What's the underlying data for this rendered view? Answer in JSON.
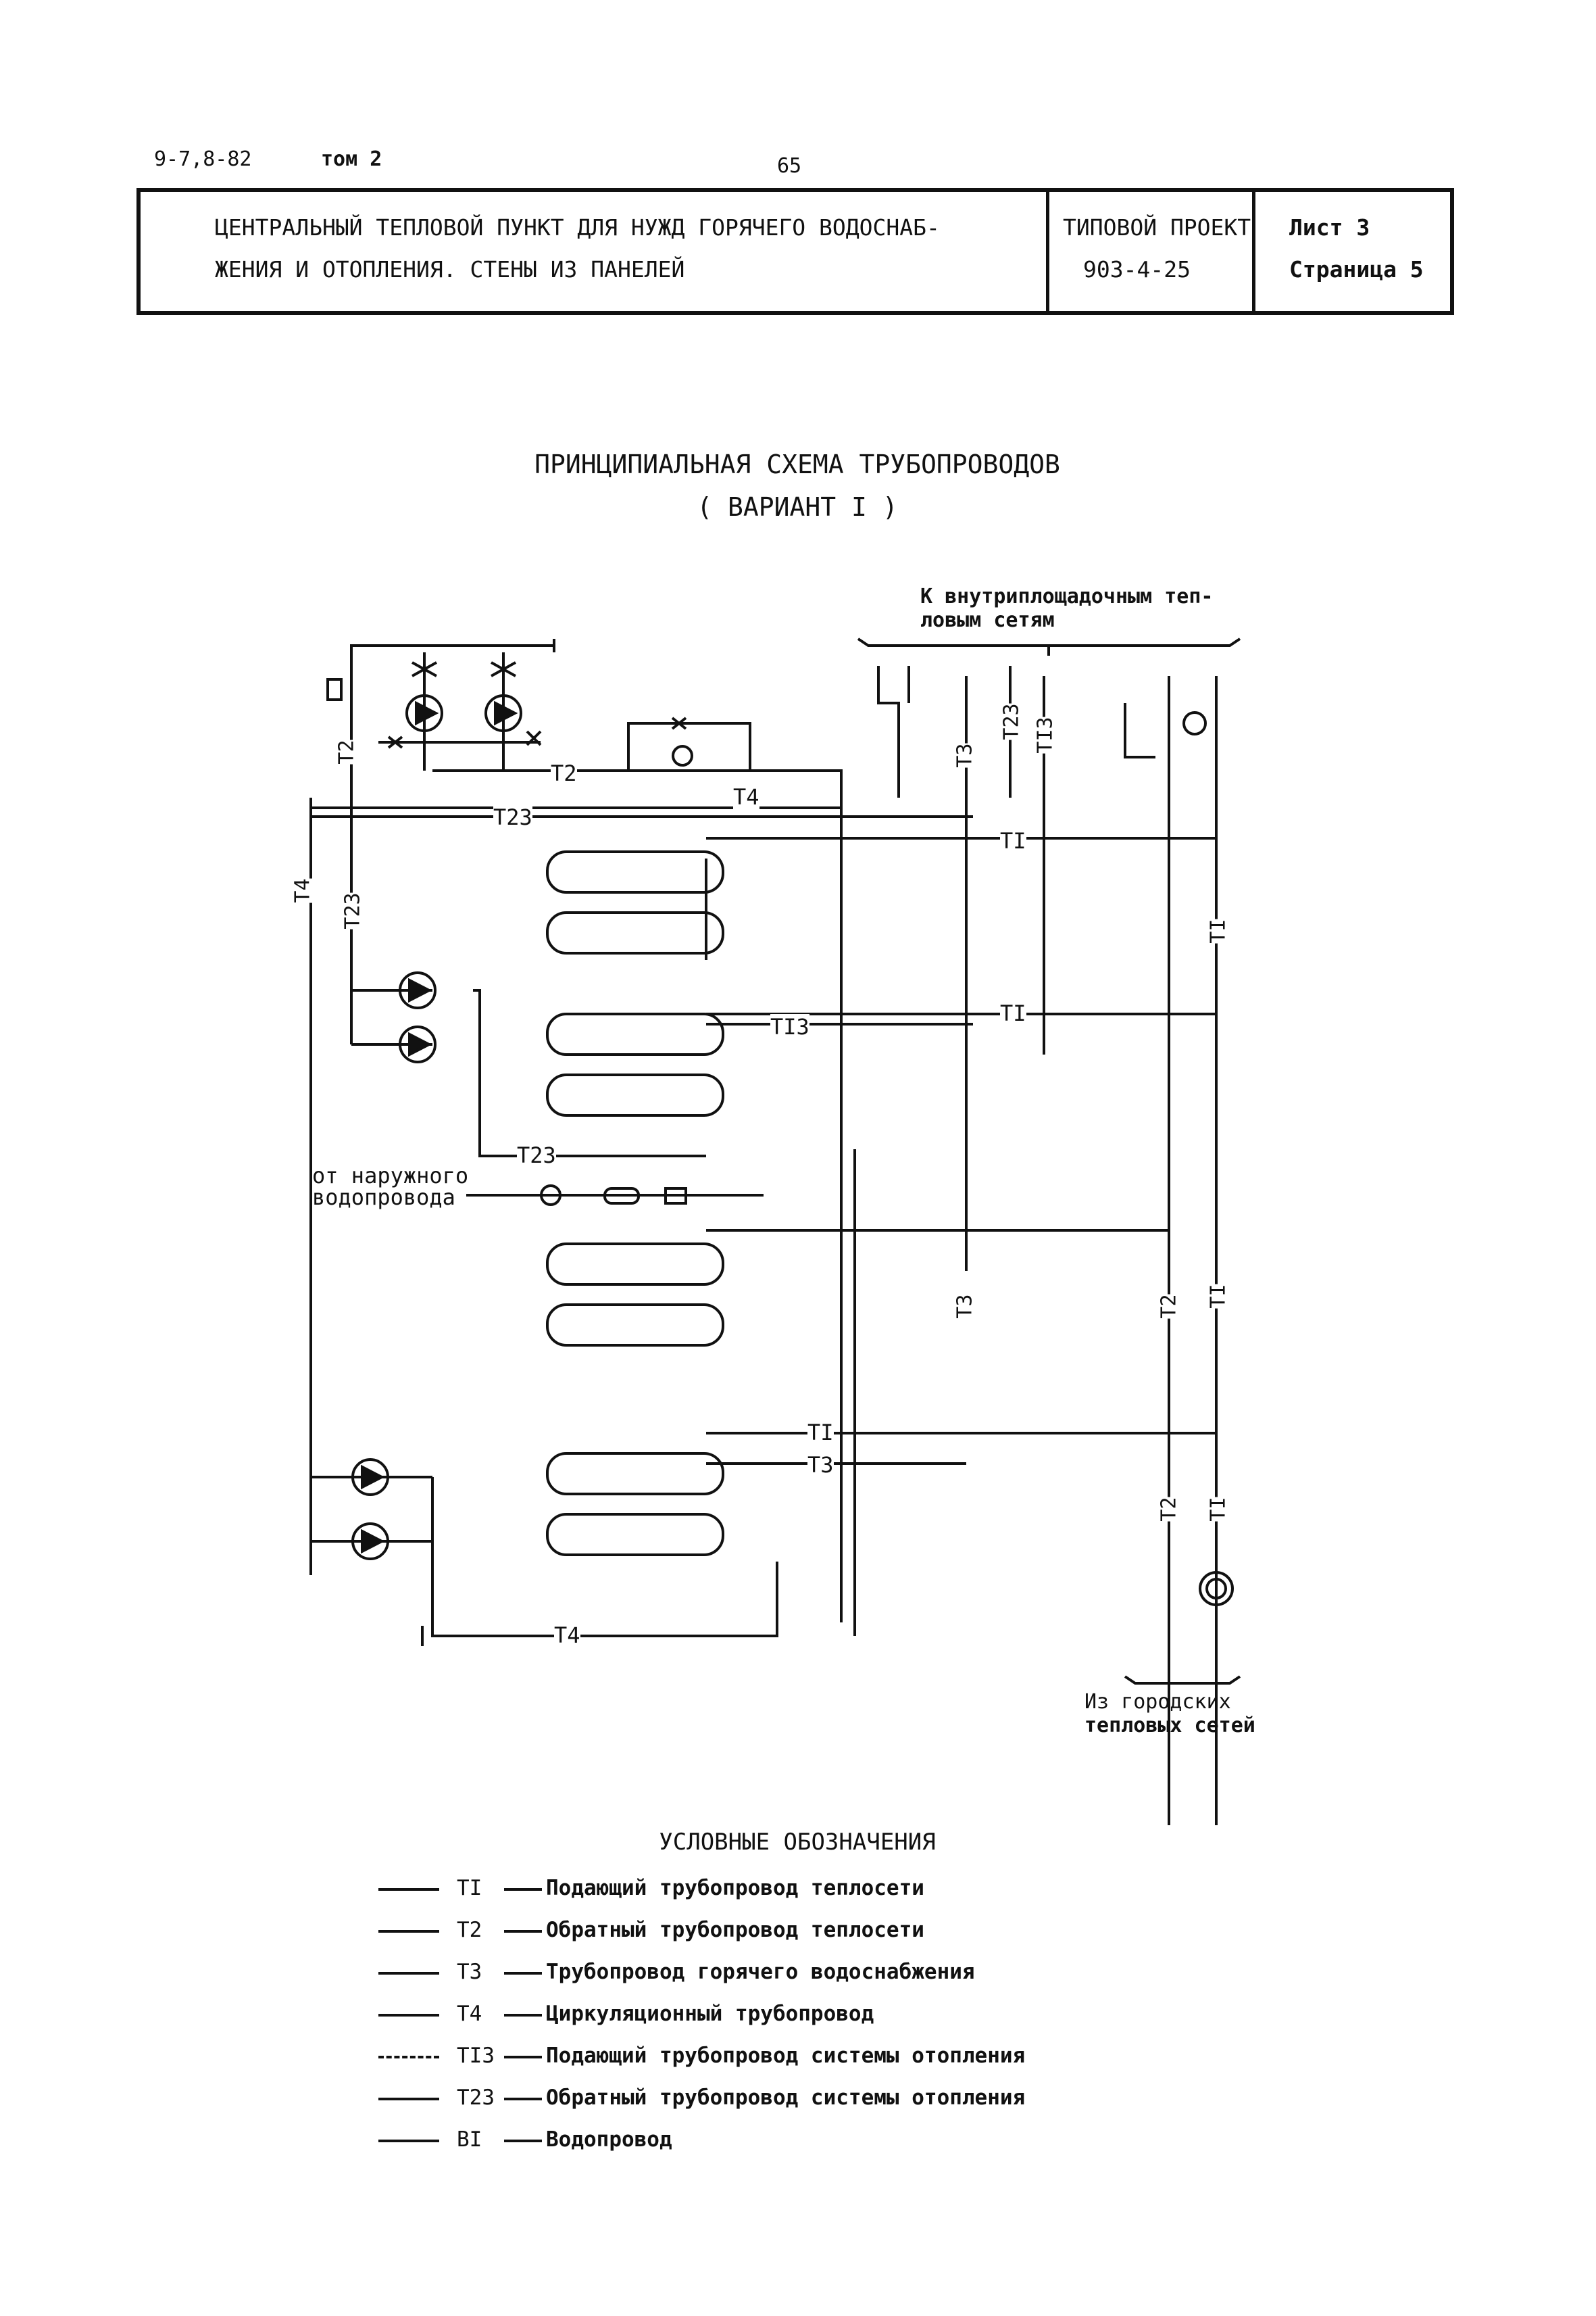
{
  "header": {
    "doc_code": "9-7,8-82",
    "volume": "том 2",
    "page_number": "65"
  },
  "title_block": {
    "title_line1": "ЦЕНТРАЛЬНЫЙ ТЕПЛОВОЙ ПУНКТ ДЛЯ НУЖД ГОРЯЧЕГО ВОДОСНАБ-",
    "title_line2": "ЖЕНИЯ И ОТОПЛЕНИЯ.  СТЕНЫ ИЗ ПАНЕЛЕЙ",
    "project_label": "ТИПОВОЙ ПРОЕКТ",
    "project_number": "903-4-25",
    "sheet": "Лист  3",
    "page": "Страница 5"
  },
  "diagram": {
    "title": "ПРИНЦИПИАЛЬНАЯ СХЕМА ТРУБОПРОВОДОВ",
    "subtitle": "( ВАРИАНТ I )",
    "note_top_line1": "К внутриплощадочным теп-",
    "note_top_line2": "ловым сетям",
    "note_water_line1": "от наружного",
    "note_water_line2": "водопровода",
    "note_bottom_line1": "Из городских",
    "note_bottom_line2": "тепловых сетей",
    "pipe_labels": {
      "t1": "TI",
      "t2": "T2",
      "t3": "T3",
      "t4": "T4",
      "t13": "TI3",
      "t23": "T23"
    }
  },
  "legend": {
    "title": "УСЛОВНЫЕ ОБОЗНАЧЕНИЯ",
    "items": [
      {
        "code": "TI",
        "text": "Подающий трубопровод теплосети"
      },
      {
        "code": "T2",
        "text": "Обратный трубопровод теплосети"
      },
      {
        "code": "T3",
        "text": "Трубопровод горячего водоснабжения"
      },
      {
        "code": "T4",
        "text": "Циркуляционный трубопровод"
      },
      {
        "code": "TI3",
        "text": "Подающий трубопровод системы отопления"
      },
      {
        "code": "T23",
        "text": "Обратный трубопровод системы отопления"
      },
      {
        "code": "BI",
        "text": "Водопровод"
      }
    ]
  }
}
